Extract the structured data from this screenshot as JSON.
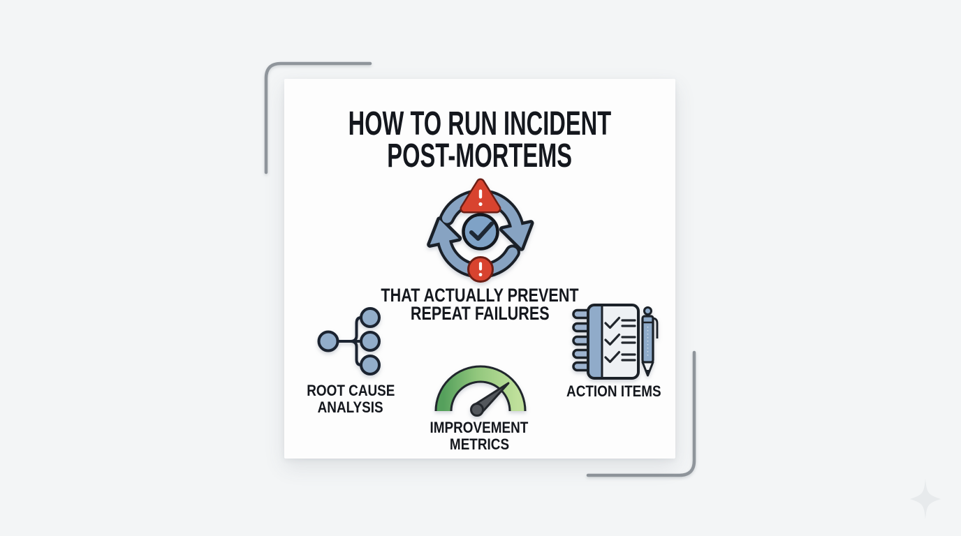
{
  "poster": {
    "title_line1": "HOW TO RUN INCIDENT",
    "title_line2": "POST-MORTEMS",
    "subtitle_line1": "THAT ACTUALLY PREVENT",
    "subtitle_line2": "REPEAT FAILURES",
    "center_icon": "incident-cycle-icon",
    "items": [
      {
        "label_line1": "ROOT CAUSE",
        "label_line2": "ANALYSIS",
        "icon": "root-cause-tree-icon"
      },
      {
        "label_line1": "IMPROVEMENT",
        "label_line2": "METRICS",
        "icon": "improvement-gauge-icon"
      },
      {
        "label_line1": "ACTION ITEMS",
        "label_line2": "",
        "icon": "action-items-checklist-icon"
      }
    ]
  },
  "colors": {
    "background": "#f3f5f6",
    "card": "#fdfdfd",
    "text": "#14171d",
    "accent_blue": "#87a3c2",
    "alert_red": "#d8432f",
    "gauge_green_dark": "#55a05c",
    "gauge_green_light": "#bfe09b",
    "outline_dark": "#1b2128",
    "bracket_gray": "#8f959b"
  }
}
